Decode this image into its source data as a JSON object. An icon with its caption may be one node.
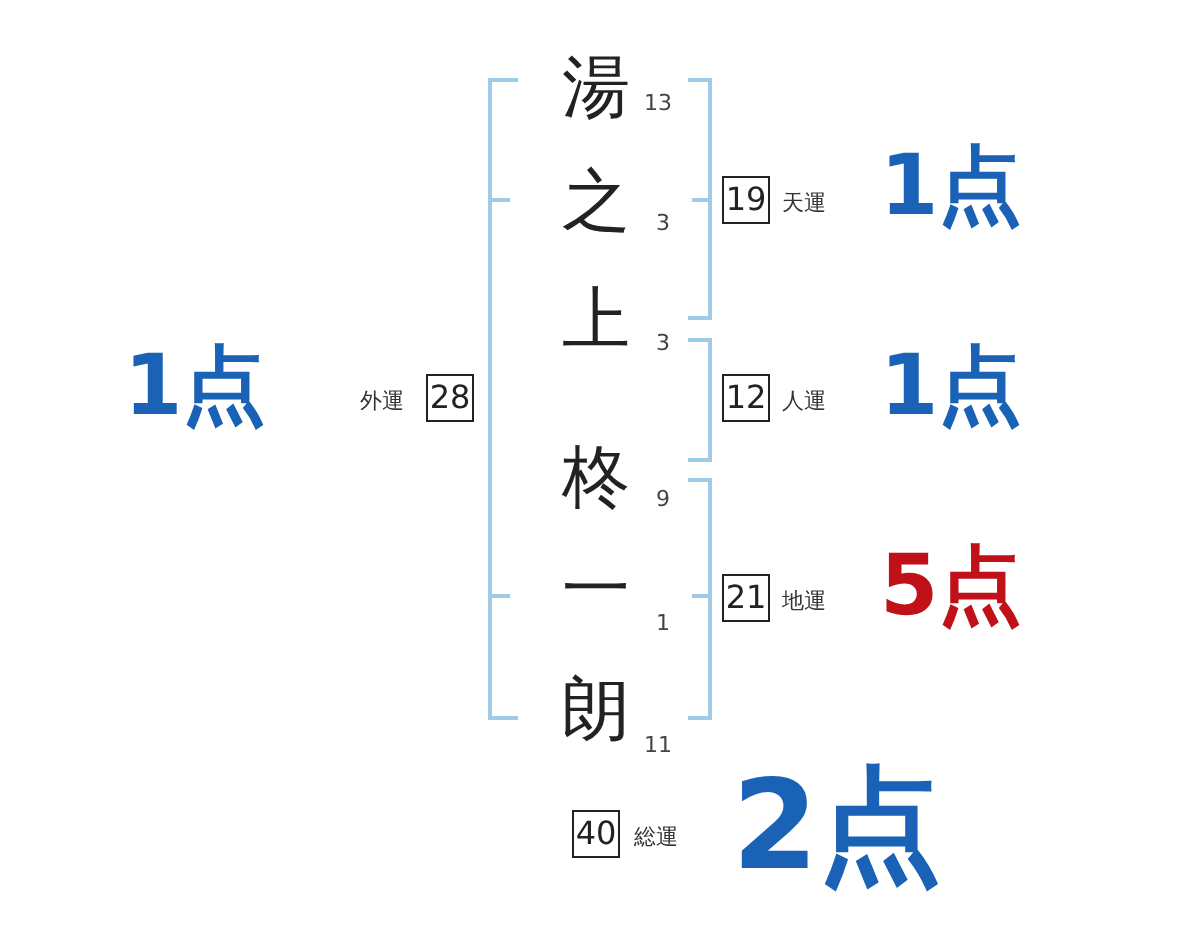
{
  "diagram": {
    "nodes": [
      {
        "text": [
          "19"
        ],
        "beside": [
          "天運",
          "1点"
        ]
      },
      {
        "text": [
          "28"
        ],
        "beside": [
          "外運",
          "1点"
        ]
      },
      {
        "text": [
          "12"
        ],
        "beside": [
          "人運",
          "1点"
        ]
      },
      {
        "text": [
          "21"
        ],
        "beside": [
          "地運",
          "5点"
        ]
      },
      {
        "text": [
          "40"
        ],
        "beside": [
          "総運",
          "2点"
        ]
      }
    ],
    "edges": [],
    "labels": [
      "湯",
      "13",
      "之",
      "3",
      "上",
      "3",
      "柊",
      "9",
      "一",
      "1",
      "朗",
      "11"
    ]
  }
}
